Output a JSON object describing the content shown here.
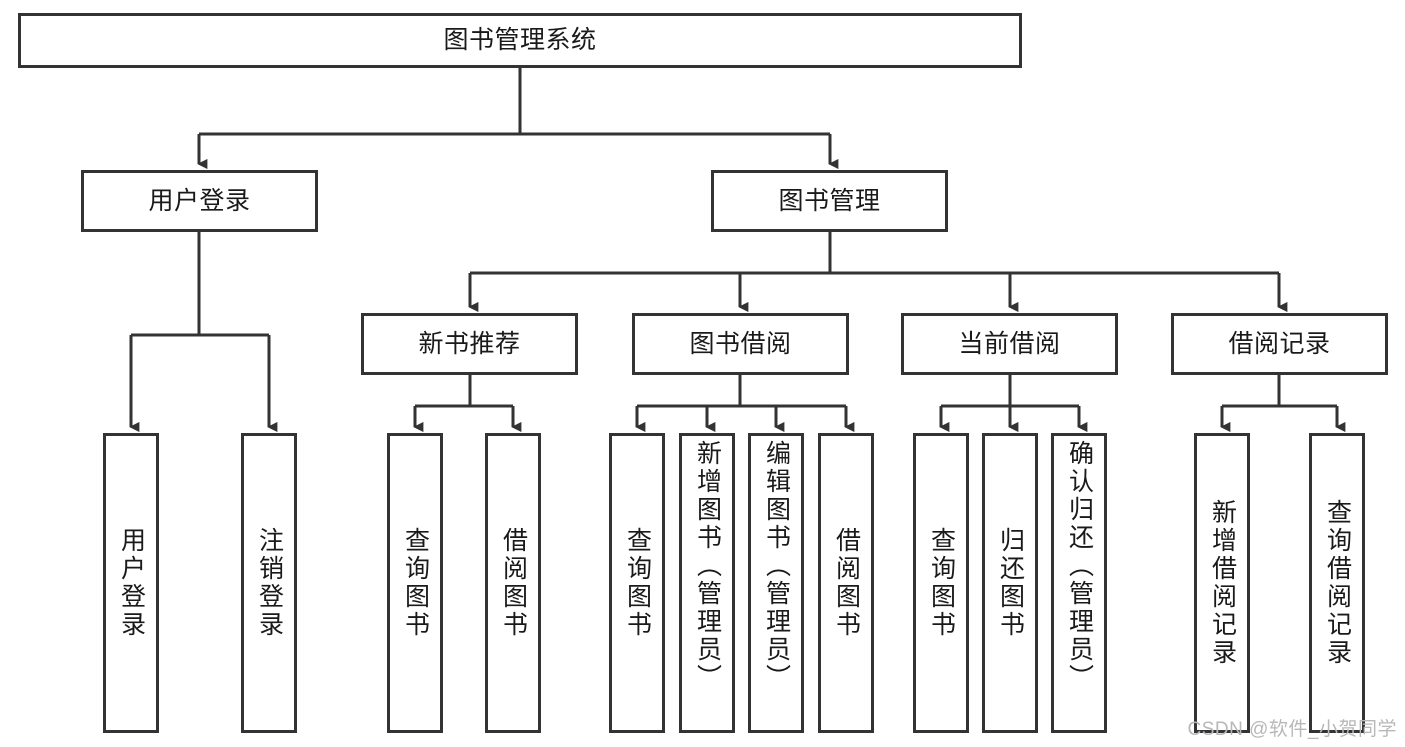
{
  "diagram": {
    "type": "hierarchy-tree",
    "title": "图书管理系统",
    "watermark": "CSDN @软件_小贺同学",
    "colors": {
      "stroke": "#333333",
      "background": "#ffffff",
      "text": "#1a1a1a",
      "watermark": "#b8b8b8"
    },
    "root": {
      "label": "图书管理系统"
    },
    "level2": [
      {
        "label": "用户登录"
      },
      {
        "label": "图书管理"
      }
    ],
    "level3": [
      {
        "label": "新书推荐"
      },
      {
        "label": "图书借阅"
      },
      {
        "label": "当前借阅"
      },
      {
        "label": "借阅记录"
      }
    ],
    "leaves": {
      "user_login": [
        {
          "label": "用户登录"
        },
        {
          "label": "注销登录"
        }
      ],
      "new_book_recommend": [
        {
          "label": "查询图书"
        },
        {
          "label": "借阅图书"
        }
      ],
      "book_borrow": [
        {
          "label": "查询图书"
        },
        {
          "label": "新增图书（管理员）"
        },
        {
          "label": "编辑图书（管理员）"
        },
        {
          "label": "借阅图书"
        }
      ],
      "current_borrow": [
        {
          "label": "查询图书"
        },
        {
          "label": "归还图书"
        },
        {
          "label": "确认归还（管理员）"
        }
      ],
      "borrow_record": [
        {
          "label": "新增借阅记录"
        },
        {
          "label": "查询借阅记录"
        }
      ]
    }
  }
}
